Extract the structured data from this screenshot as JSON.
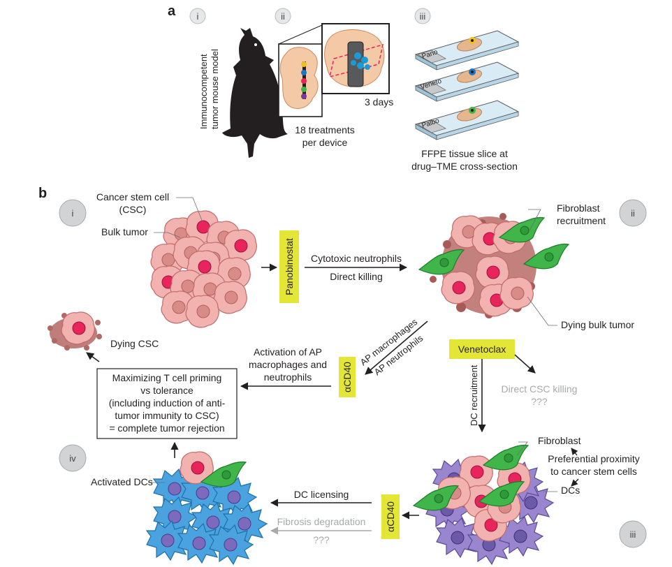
{
  "panel_a": {
    "letter": "a",
    "steps": [
      "i",
      "ii",
      "iii"
    ],
    "mouse_label_line1": "Immunocompetent",
    "mouse_label_line2": "tumor mouse model",
    "treatments_line1": "18 treatments",
    "treatments_line2": "per device",
    "duration": "3 days",
    "slides": [
      "Pano",
      "Veneto",
      "Palbo"
    ],
    "ffpe_line1": "FFPE tissue slice at",
    "ffpe_line2": "drug–TME cross-section"
  },
  "panel_b": {
    "letter": "b",
    "stages": [
      "i",
      "ii",
      "iii",
      "iv"
    ],
    "csc_line1": "Cancer stem cell",
    "csc_line2": "(CSC)",
    "bulk_tumor": "Bulk tumor",
    "drug_panobinostat": "Panobinostat",
    "cytotoxic": "Cytotoxic neutrophils",
    "direct_killing": "Direct killing",
    "fibroblast_recruit_line1": "Fibroblast",
    "fibroblast_recruit_line2": "recruitment",
    "dying_bulk": "Dying bulk tumor",
    "dying_csc": "Dying CSC",
    "ap_macrophages": "AP macrophages",
    "ap_neutrophils": "AP neutrophils",
    "drug_venetoclax": "Venetoclax",
    "direct_csc_killing": "Direct CSC killing",
    "unknown": "???",
    "dc_recruitment": "DC recruitment",
    "activation_line1": "Activation of AP",
    "activation_line2": "macrophages and",
    "activation_line3": "neutrophils",
    "drug_acd40": "αCD40",
    "box_lines": [
      "Maximizing T cell priming",
      "vs tolerance",
      "(including induction of anti-",
      "tumor immunity to CSC)",
      "= complete tumor rejection"
    ],
    "fibroblast": "Fibroblast",
    "proximity_line1": "Preferential proximity",
    "proximity_line2": "to cancer stem cells",
    "dcs": "DCs",
    "activated_dcs": "Activated DCs",
    "dc_licensing": "DC licensing",
    "fibrosis": "Fibrosis degradation",
    "colors": {
      "drug_box": "#e4e636",
      "csc": "#e8245c",
      "bulk": "#f0a9a9",
      "fibroblast": "#3fb54a",
      "dc_blue": "#4aa3df",
      "dc_purple": "#8b74c3",
      "gray_text": "#a7a9ac"
    }
  }
}
